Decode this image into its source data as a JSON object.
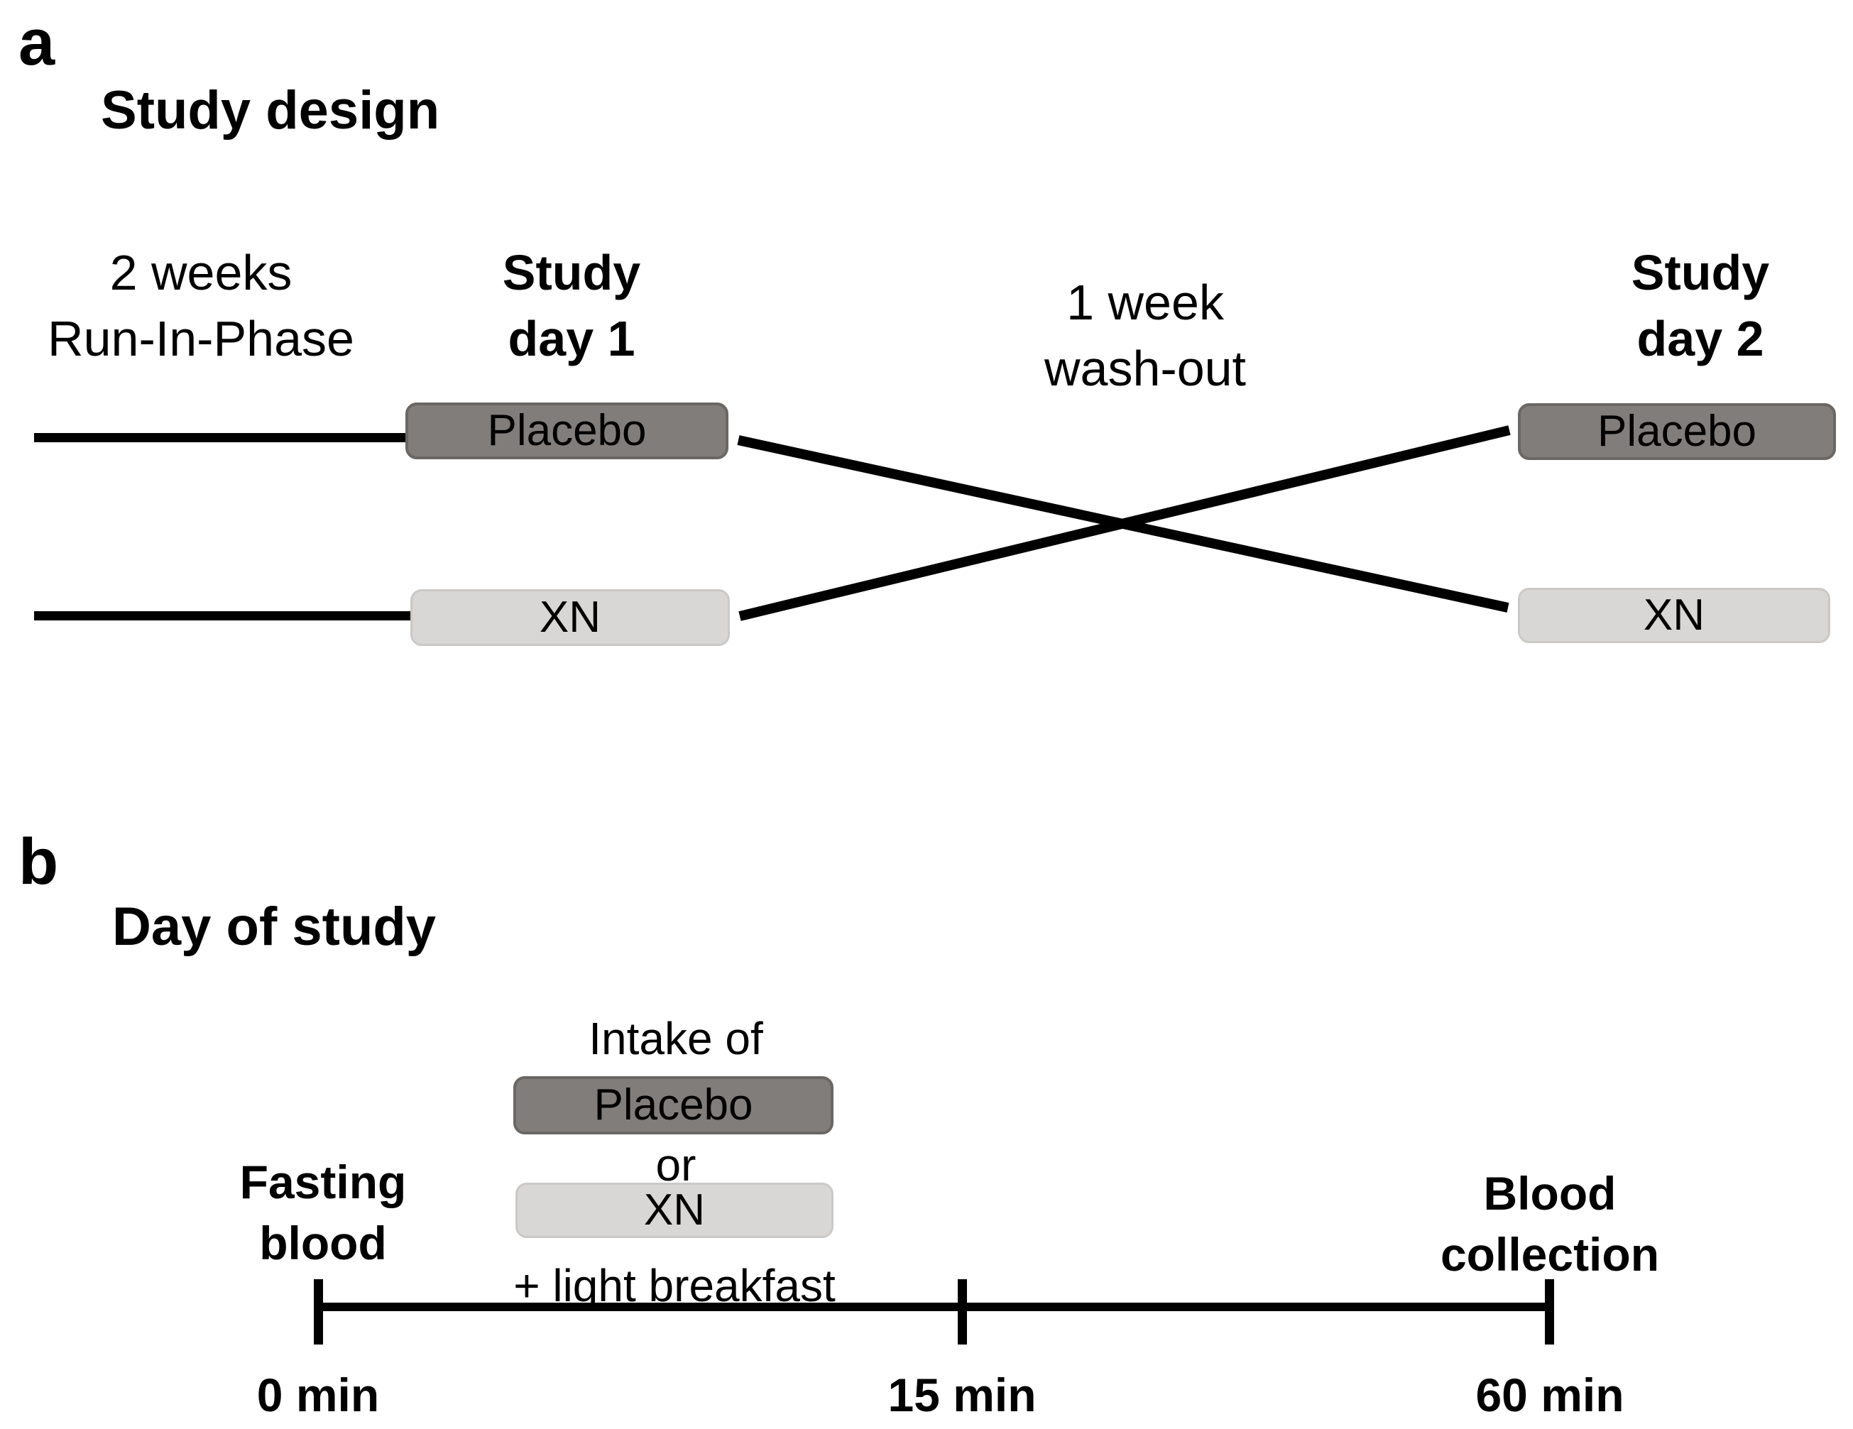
{
  "figure": {
    "background": "#ffffff",
    "text_color": "#000000",
    "colors": {
      "dark_box_fill": "#817d7b",
      "dark_box_border": "#6a6765",
      "light_box_fill": "#d9d7d5",
      "light_box_border": "#cbc9c7",
      "line_color": "#000000"
    }
  },
  "panel_a": {
    "label": "a",
    "title": "Study design",
    "phases": {
      "run_in": {
        "line1": "2 weeks",
        "line2": "Run-In-Phase"
      },
      "day1": {
        "line1": "Study",
        "line2": "day 1"
      },
      "washout": {
        "line1": "1 week",
        "line2": "wash-out"
      },
      "day2": {
        "line1": "Study",
        "line2": "day 2"
      }
    },
    "day1_top_box": "Placebo",
    "day1_bottom_box": "XN",
    "day2_top_box": "Placebo",
    "day2_bottom_box": "XN"
  },
  "panel_b": {
    "label": "b",
    "title": "Day of study",
    "intake_label": "Intake of",
    "top_box": "Placebo",
    "or_label": "or",
    "bottom_box": "XN",
    "breakfast_label": "+ light breakfast",
    "fasting": {
      "line1": "Fasting",
      "line2": "blood"
    },
    "collection": {
      "line1": "Blood",
      "line2": "collection"
    },
    "timeline": {
      "ticks": [
        {
          "label": "0 min"
        },
        {
          "label": "15 min"
        },
        {
          "label": "60 min"
        }
      ]
    }
  }
}
